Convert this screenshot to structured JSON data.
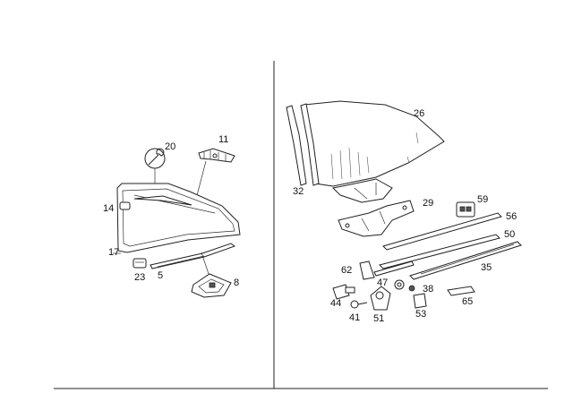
{
  "parts": [
    {
      "id": "p20",
      "number": "20"
    },
    {
      "id": "p11",
      "number": "11"
    },
    {
      "id": "p14",
      "number": "14"
    },
    {
      "id": "p17",
      "number": "17"
    },
    {
      "id": "p23",
      "number": "23"
    },
    {
      "id": "p5",
      "number": "5"
    },
    {
      "id": "p8",
      "number": "8"
    },
    {
      "id": "p26",
      "number": "26"
    },
    {
      "id": "p32",
      "number": "32"
    },
    {
      "id": "p29",
      "number": "29"
    },
    {
      "id": "p59",
      "number": "59"
    },
    {
      "id": "p56",
      "number": "56"
    },
    {
      "id": "p50",
      "number": "50"
    },
    {
      "id": "p35",
      "number": "35"
    },
    {
      "id": "p62",
      "number": "62"
    },
    {
      "id": "p47",
      "number": "47"
    },
    {
      "id": "p38",
      "number": "38"
    },
    {
      "id": "p65",
      "number": "65"
    },
    {
      "id": "p44",
      "number": "44"
    },
    {
      "id": "p41",
      "number": "41"
    },
    {
      "id": "p51",
      "number": "51"
    },
    {
      "id": "p53",
      "number": "53"
    }
  ]
}
